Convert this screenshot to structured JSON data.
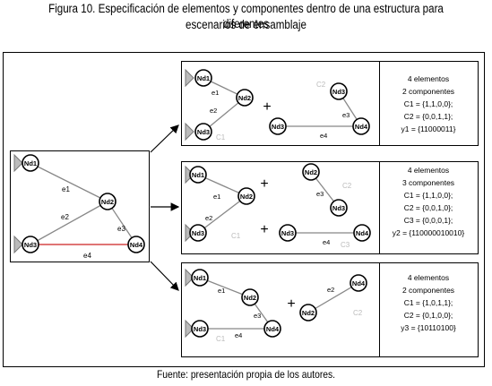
{
  "figure": {
    "title_line1": "Figura 10. Especificación de elementos y componentes dentro de una estructura para diferentes",
    "title_line2": "escenarios de ensamblaje",
    "source": "Fuente: presentación propia de los autores."
  },
  "main_structure": {
    "nodes": [
      "Nd1",
      "Nd2",
      "Nd3",
      "Nd4"
    ],
    "edges": [
      "e1",
      "e2",
      "e3",
      "e4"
    ]
  },
  "scenarios": [
    {
      "info": [
        "4 elementos",
        "2 componentes",
        "C1 = {1,1,0,0};",
        "C2 = {0,0,1,1};",
        "y1 = {11000011}"
      ],
      "component_labels": [
        "C1",
        "C2"
      ],
      "edge_labels": [
        "e1",
        "e2",
        "e3",
        "e4"
      ],
      "node_labels": [
        "Nd1",
        "Nd2",
        "Nd3",
        "Nd3",
        "Nd4"
      ]
    },
    {
      "info": [
        "4 elementos",
        "3 componentes",
        "C1 = {1,1,0,0};",
        "C2 = {0,0,1,0};",
        "C3 = {0,0,0,1};",
        "y2 = {110000010010}"
      ],
      "component_labels": [
        "C1",
        "C2",
        "C3"
      ],
      "edge_labels": [
        "e1",
        "e2",
        "e3",
        "e4"
      ],
      "node_labels": [
        "Nd1",
        "Nd2",
        "Nd3",
        "Nd2",
        "Nd3",
        "Nd3",
        "Nd4"
      ]
    },
    {
      "info": [
        "4 elementos",
        "2 componentes",
        "C1 = {1,0,1,1};",
        "C2 = {0,1,0,0};",
        "y3 = {10110100}"
      ],
      "component_labels": [
        "C1",
        "C2"
      ],
      "edge_labels": [
        "e1",
        "e2",
        "e3",
        "e4"
      ],
      "node_labels": [
        "Nd1",
        "Nd2",
        "Nd3",
        "Nd4",
        "Nd2",
        "Nd4"
      ]
    }
  ],
  "plus_sign": "+",
  "colors": {
    "line": "#888888",
    "highlight_edge": "#cc2222",
    "ground": "#b0b0b0"
  }
}
